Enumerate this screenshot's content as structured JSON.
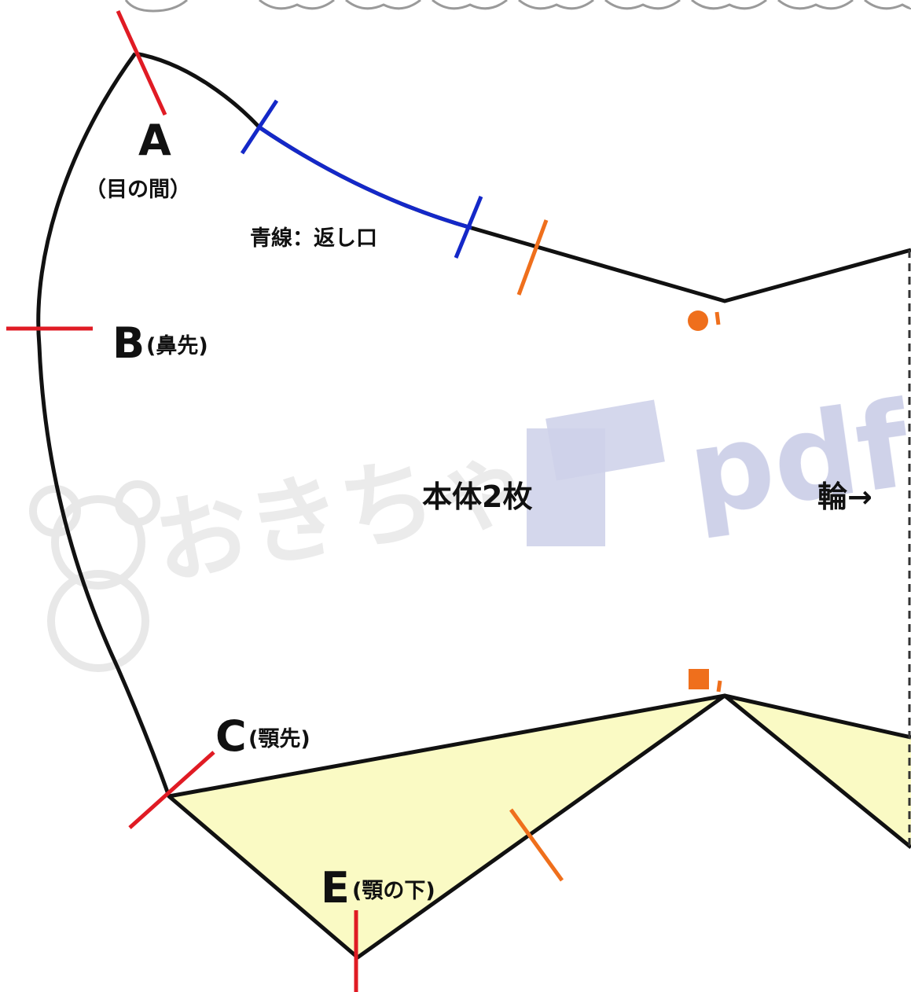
{
  "colors": {
    "outline": "#111111",
    "mark_red": "#e01b24",
    "mark_blue": "#1428c8",
    "mark_orange": "#ef6f1c",
    "fill_yellow": "#fafac4",
    "watermark_gray": "#ececec",
    "watermark_blue": "#c7cae6"
  },
  "labels": {
    "a_letter": "A",
    "a_note": "（目の間）",
    "b_letter": "B",
    "b_note": "(鼻先)",
    "c_letter": "C",
    "c_note": "(顎先)",
    "e_letter": "E",
    "e_note": "(顎の下)",
    "opening": "青線：返し口",
    "body": "本体2枚",
    "fold": "輪→"
  },
  "watermark": {
    "text_left": "おきちゃ",
    "text_right": "pdf",
    "icon": "bear-icon"
  },
  "markers": {
    "top": "circle-marker-icon",
    "bottom": "square-marker-icon"
  }
}
